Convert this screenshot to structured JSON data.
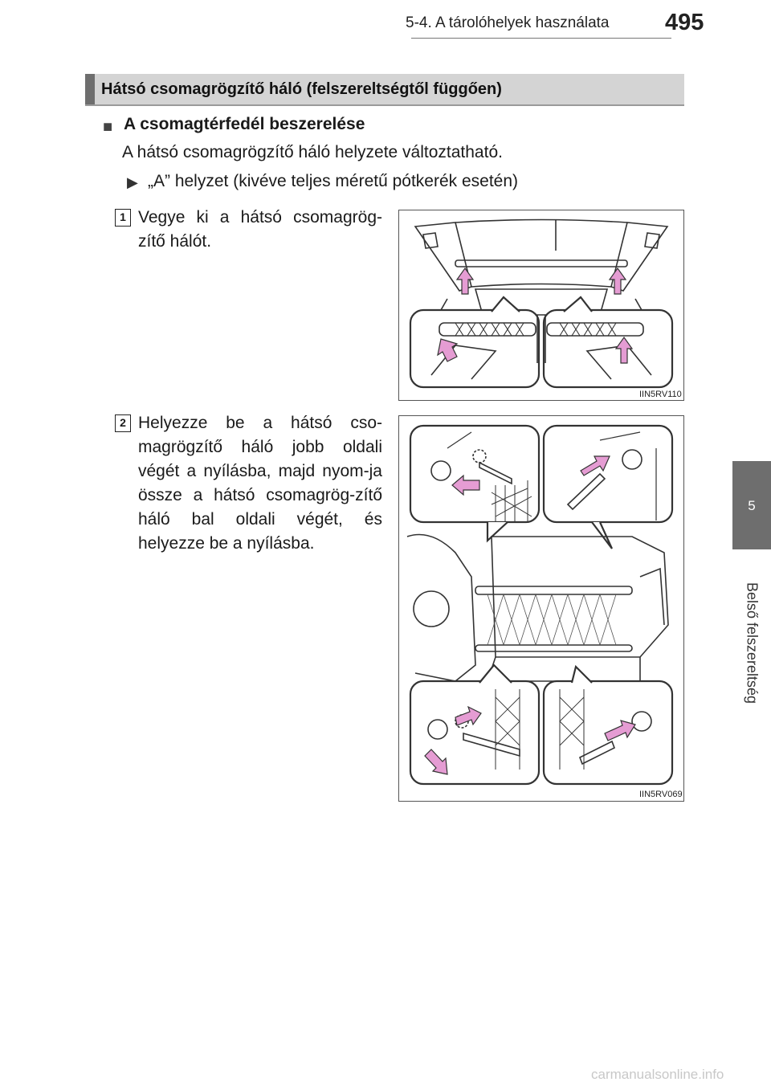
{
  "header": {
    "section": "5-4. A tárolóhelyek használata",
    "page_number": "495"
  },
  "side_tab": {
    "number": "5",
    "label": "Belső felszereltség"
  },
  "section_title": "Hátsó csomagrögzítő háló (felszereltségtől függően)",
  "subsection": {
    "marker": "■",
    "title": "A csomagtérfedél beszerelése",
    "intro": "A hátsó csomagrögzítő háló helyzete változtatható.",
    "position_marker": "▶",
    "position": "„A” helyzet (kivéve teljes méretű pótkerék esetén)"
  },
  "steps": [
    {
      "number": "1",
      "text": "Vegye ki a hátsó csomagrög-zítő hálót.",
      "figure_code": "IIN5RV110"
    },
    {
      "number": "2",
      "text": "Helyezze be a hátsó cso-magrögzítő háló jobb oldali végét a nyílásba, majd nyom-ja össze a hátsó csomagrög-zítő háló bal oldali végét, és helyezze be a nyílásba.",
      "figure_code": "IIN5RV069"
    }
  ],
  "watermark": "carmanualsonline.info",
  "colors": {
    "arrow": "#e59cd3",
    "tab": "#6e6e6e",
    "banner": "#d4d4d4"
  }
}
